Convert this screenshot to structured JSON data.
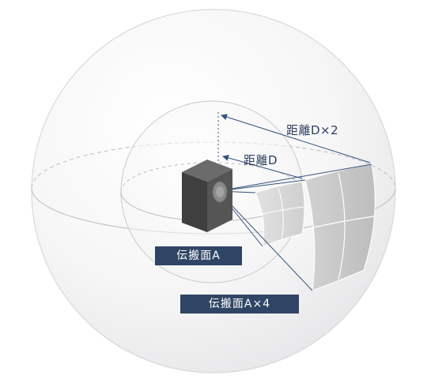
{
  "labels": {
    "distance_2d": "距離D×2",
    "distance_d": "距離D",
    "surface_a": "伝搬面A",
    "surface_4a": "伝搬面A×4"
  },
  "colors": {
    "label_bg": "#2f4565",
    "label_text": "#ffffff",
    "arrow": "#34527d",
    "speaker_body": "#4a4a4a",
    "surface_near": "#d9d9d9",
    "surface_far": "#c8c8c8"
  }
}
